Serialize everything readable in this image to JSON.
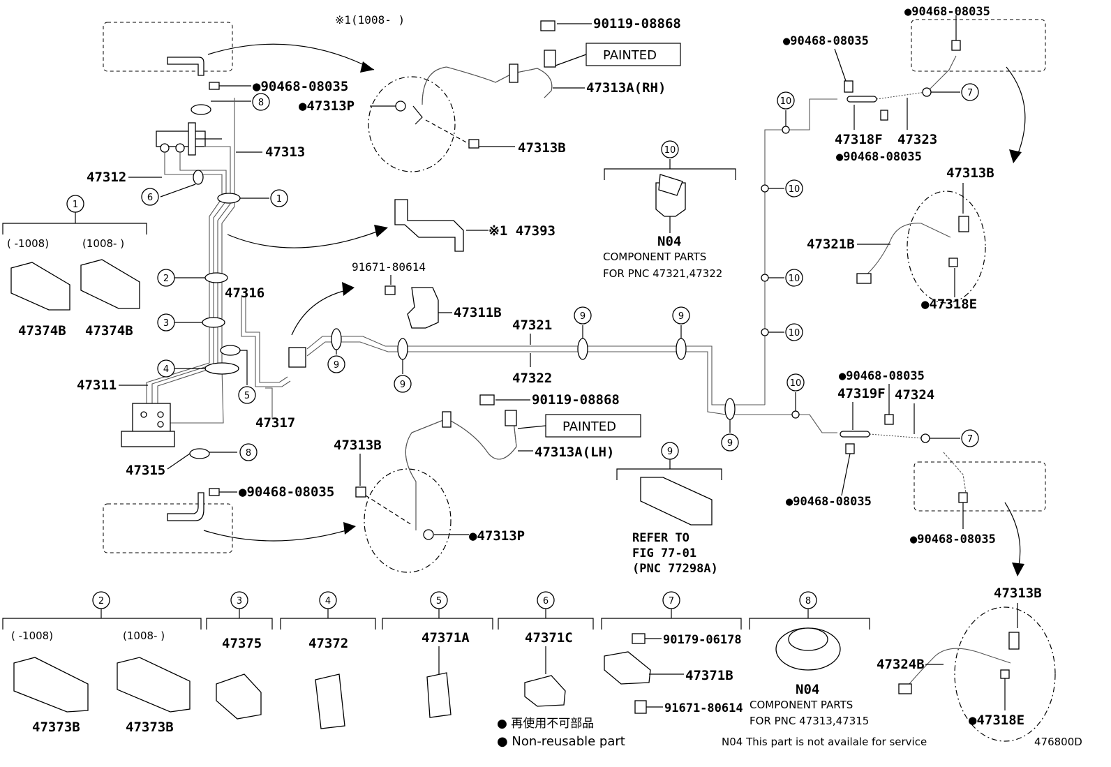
{
  "diagram_id": "476800D",
  "footnote_symbol": "※1",
  "fragment_1008_note": "※1(1008-   )",
  "labels": {
    "p90119_08868_top": "90119-08868",
    "painted_top": "PAINTED",
    "p47313A_rh": "47313A(RH)",
    "p47313P_top": "●47313P",
    "p47313B_top": "47313B",
    "p90468_08035_a": "●90468-08035",
    "p47313": "47313",
    "p47312": "47312",
    "p47393": "※1 47393",
    "p91671_80614": "91671-80614",
    "p47311B": "47311B",
    "p47316": "47316",
    "p47321": "47321",
    "p47322": "47322",
    "p47311": "47311",
    "p47317": "47317",
    "p47315": "47315",
    "p90468_08035_b": "●90468-08035",
    "p90119_08868_bot": "90119-08868",
    "painted_bot": "PAINTED",
    "p47313A_lh": "47313A(LH)",
    "p47313B_left": "47313B",
    "p47313P_bot": "●47313P",
    "p47374B_a": "47374B",
    "p47374B_b": "47374B",
    "range_1a": "(   -1008)",
    "range_1b": "(1008-   )",
    "n04_a": "N04",
    "n04_a_note1": "COMPONENT PARTS",
    "n04_a_note2": "FOR PNC 47321,47322",
    "refer1": "REFER TO",
    "refer2": "FIG 77-01",
    "refer3": "(PNC 77298A)",
    "r_90468_top": "●90468-08035",
    "r_90468_top2": "●90468-08035",
    "r_47318F": "47318F",
    "r_47323": "47323",
    "r_90468_mid": "●90468-08035",
    "r_47313B_a": "47313B",
    "r_47321B": "47321B",
    "r_47318E_a": "●47318E",
    "r_90468_lo1": "●90468-08035",
    "r_47319F": "47319F",
    "r_47324": "47324",
    "r_90468_lo2": "●90468-08035",
    "r_90468_lo3": "●90468-08035",
    "r_47313B_b": "47313B",
    "r_47324B": "47324B",
    "r_47318E_b": "●47318E",
    "b_range_2a": "(   -1008)",
    "b_range_2b": "(1008-   )",
    "b_47373B_a": "47373B",
    "b_47373B_b": "47373B",
    "b_47375": "47375",
    "b_47372": "47372",
    "b_47371A": "47371A",
    "b_47371C": "47371C",
    "b_90179_06178": "90179-06178",
    "b_47371B": "47371B",
    "b_91671_80614": "91671-80614",
    "b_n04": "N04",
    "b_n04_note1": "COMPONENT PARTS",
    "b_n04_note2": "FOR PNC 47313,47315",
    "legend_jp": "● 再使用不可部品",
    "legend_en": "● Non-reusable part",
    "legend_n04": "N04  This part is not availale for service"
  },
  "callouts": [
    "1",
    "2",
    "3",
    "4",
    "5",
    "6",
    "7",
    "8",
    "9",
    "10"
  ]
}
